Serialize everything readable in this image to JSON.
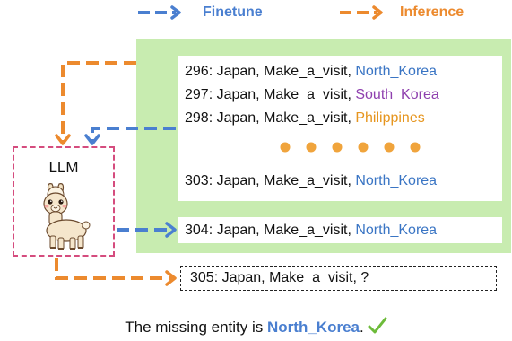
{
  "legend": {
    "finetune_label": "Finetune",
    "inference_label": "Inference",
    "finetune_color": "#4a7fd0",
    "inference_color": "#ec8a2e"
  },
  "facts": [
    {
      "prefix": "296: Japan, Make_a_visit, ",
      "entity": "North_Korea",
      "color": "#3a75c4"
    },
    {
      "prefix": "297: Japan, Make_a_visit, ",
      "entity": "South_Korea",
      "color": "#8e3fae"
    },
    {
      "prefix": "298: Japan, Make_a_visit, ",
      "entity": "Philippines",
      "color": "#e6951e"
    },
    {
      "prefix": "303: Japan, Make_a_visit, ",
      "entity": "North_Korea",
      "color": "#3a75c4"
    }
  ],
  "dots": 6,
  "target_fact": {
    "prefix": "304: Japan, Make_a_visit, ",
    "entity": "North_Korea",
    "color": "#3a75c4"
  },
  "query": {
    "text": "305: Japan, Make_a_visit, ?"
  },
  "llm": {
    "label": "LLM"
  },
  "result": {
    "prefix": "The missing entity is ",
    "entity": "North_Korea",
    "suffix": "."
  },
  "colors": {
    "green_panel": "#c8ecb0",
    "llm_border": "#d54c7e",
    "check": "#6dbb3a"
  }
}
